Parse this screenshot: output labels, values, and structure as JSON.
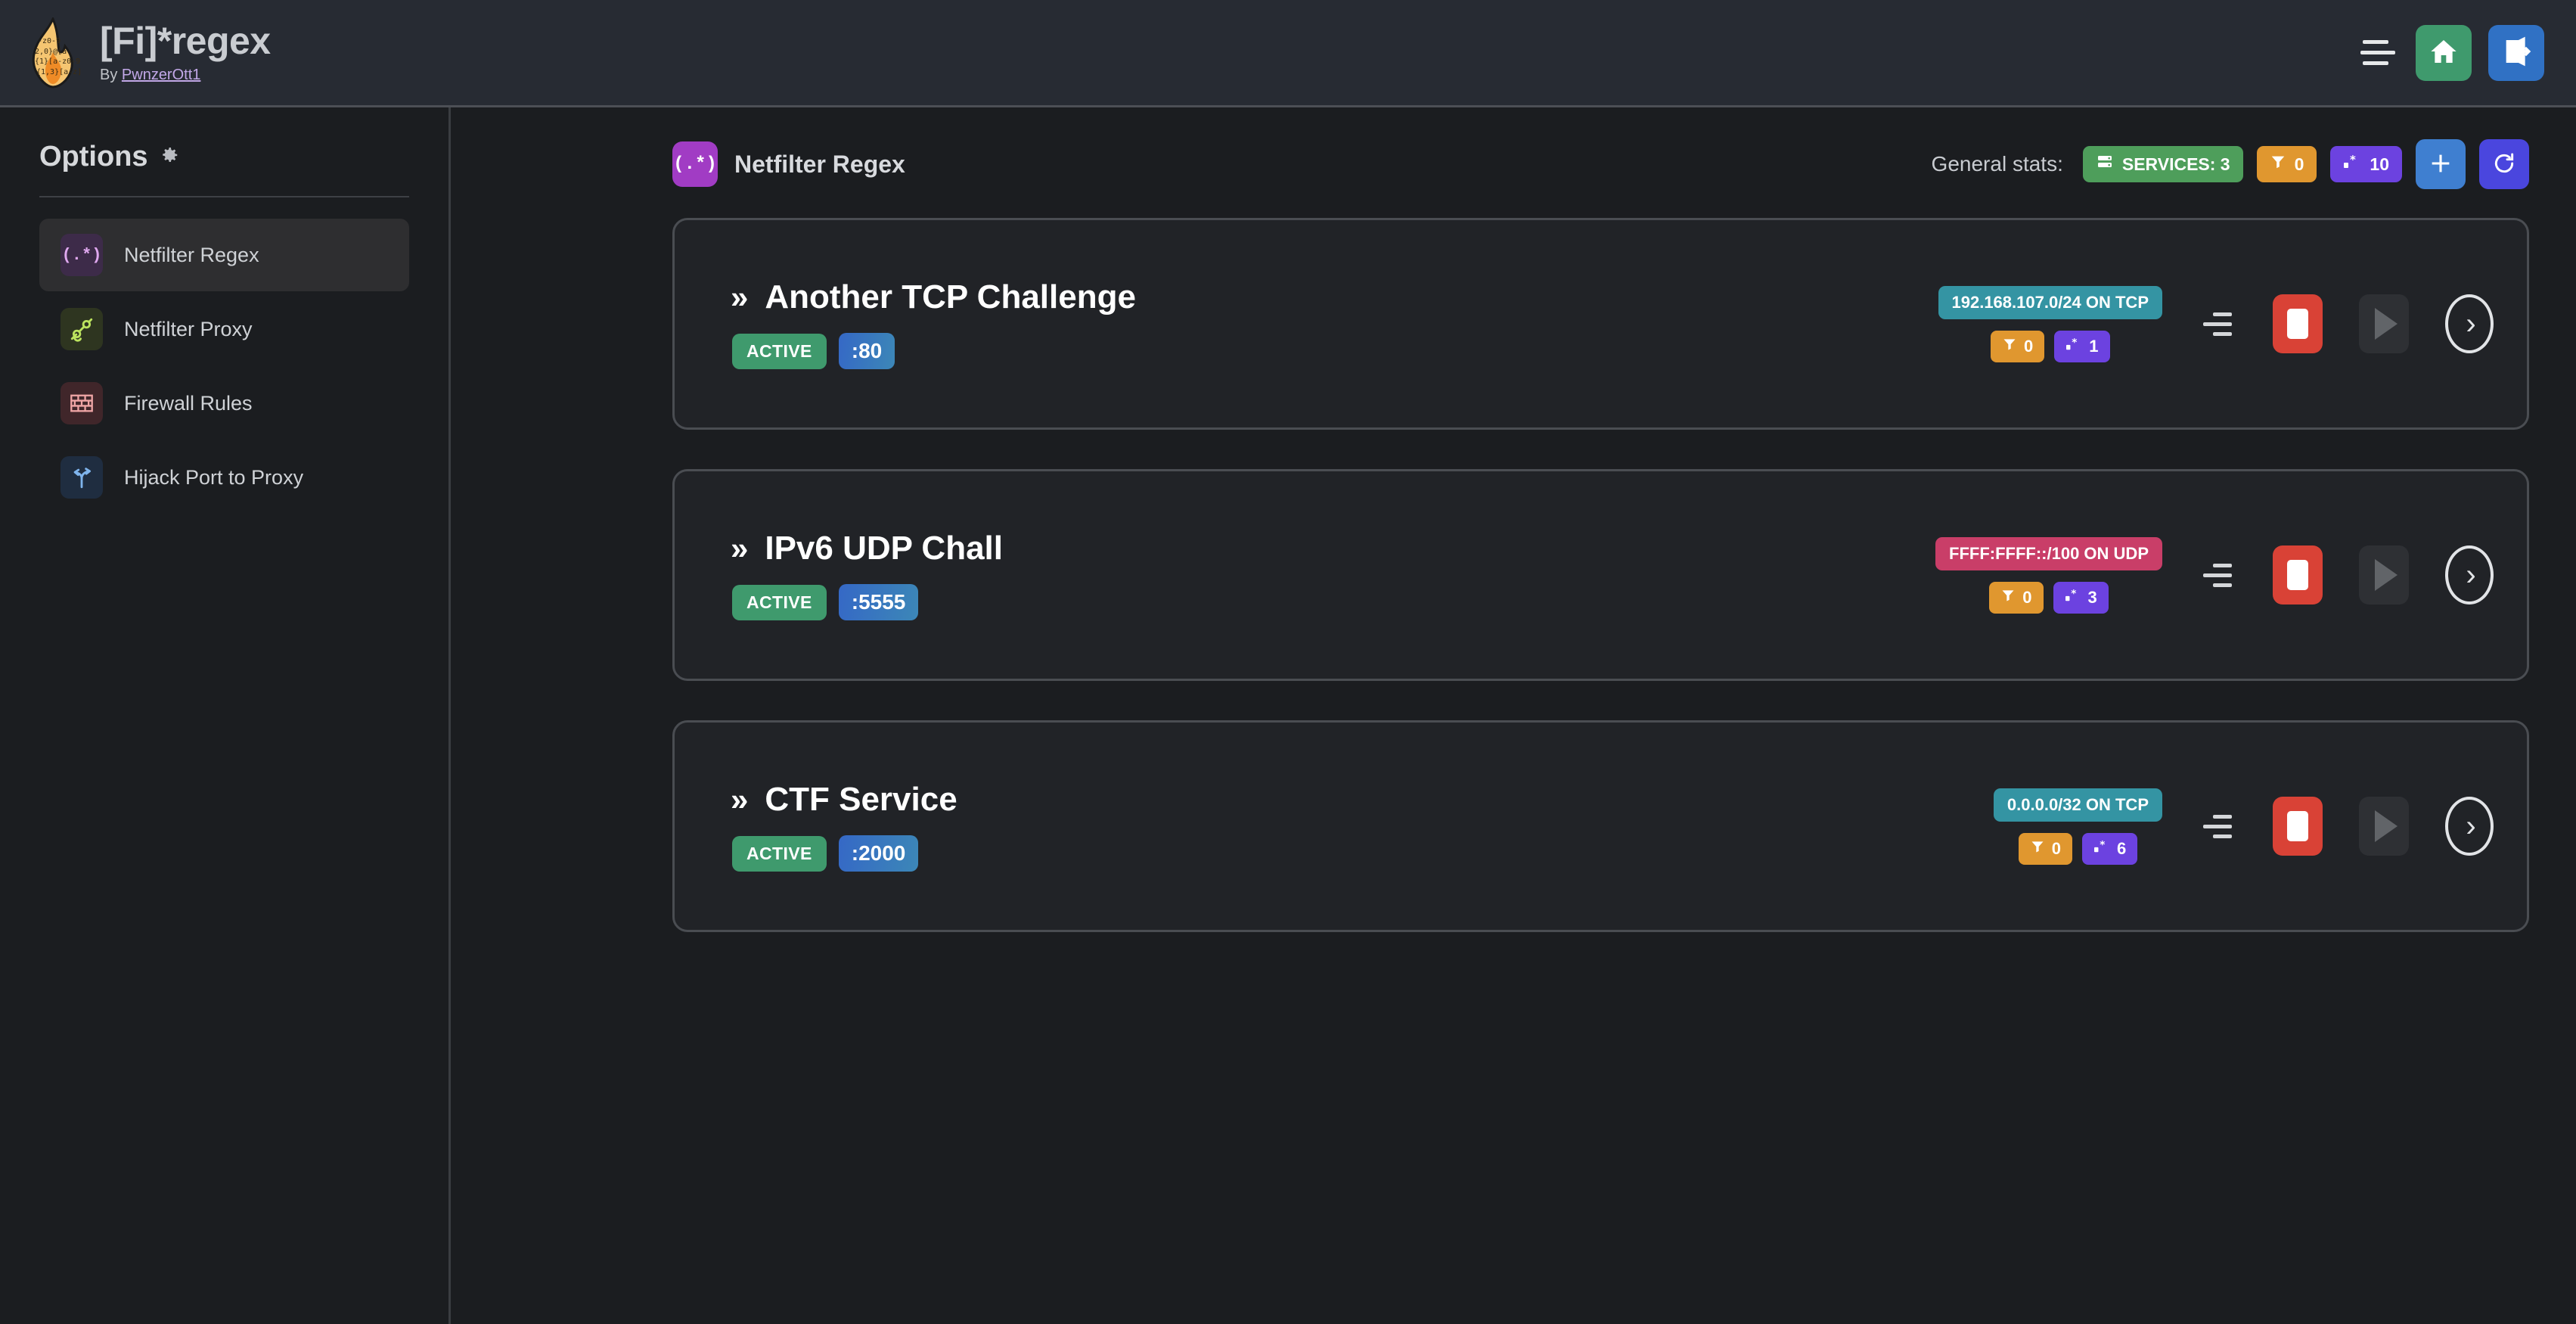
{
  "header": {
    "logo_icon": "flame-regex-logo",
    "title": "[Fi]*regex",
    "by_prefix": "By ",
    "author": "PwnzerOtt1",
    "menu_icon": "hamburger-menu-icon",
    "home_icon": "home-icon",
    "logout_icon": "logout-icon"
  },
  "sidebar": {
    "heading": "Options",
    "gear_icon": "gear-icon",
    "items": [
      {
        "label": "Netfilter Regex",
        "icon": "regex-icon",
        "glyph": "(.*)",
        "active": true
      },
      {
        "label": "Netfilter Proxy",
        "icon": "plug-icon",
        "glyph": "",
        "active": false
      },
      {
        "label": "Firewall Rules",
        "icon": "brick-wall-icon",
        "glyph": "",
        "active": false
      },
      {
        "label": "Hijack Port to Proxy",
        "icon": "branch-arrows-icon",
        "glyph": "",
        "active": false
      }
    ]
  },
  "main": {
    "title": "Netfilter Regex",
    "title_icon": "regex-icon",
    "title_glyph": "(.*)",
    "stats_label": "General stats:",
    "stats": [
      {
        "name": "services",
        "icon": "server-icon",
        "text": "SERVICES: 3"
      },
      {
        "name": "filters",
        "icon": "filter-icon",
        "text": "0"
      },
      {
        "name": "regexes",
        "icon": "regex-star-icon",
        "text": "10"
      }
    ],
    "add_icon": "plus-icon",
    "refresh_icon": "refresh-icon"
  },
  "services": [
    {
      "chevron": "»",
      "name": "Another TCP Challenge",
      "status": "ACTIVE",
      "port": ":80",
      "network": "192.168.107.0/24 ON TCP",
      "proto": "tcp",
      "filters": "0",
      "regexes": "1",
      "drag_icon": "drag-handle-icon",
      "stop_icon": "stop-icon",
      "play_icon": "play-icon",
      "expand_icon": "chevron-right-icon"
    },
    {
      "chevron": "»",
      "name": "IPv6 UDP Chall",
      "status": "ACTIVE",
      "port": ":5555",
      "network": "FFFF:FFFF::/100 ON UDP",
      "proto": "udp",
      "filters": "0",
      "regexes": "3",
      "drag_icon": "drag-handle-icon",
      "stop_icon": "stop-icon",
      "play_icon": "play-icon",
      "expand_icon": "chevron-right-icon"
    },
    {
      "chevron": "»",
      "name": "CTF Service",
      "status": "ACTIVE",
      "port": ":2000",
      "network": "0.0.0.0/32 ON TCP",
      "proto": "tcp",
      "filters": "0",
      "regexes": "6",
      "drag_icon": "drag-handle-icon",
      "stop_icon": "stop-icon",
      "play_icon": "play-icon",
      "expand_icon": "chevron-right-icon"
    }
  ],
  "colors": {
    "header_bg": "#272b33",
    "body_bg": "#1b1d20",
    "card_bg": "#212327",
    "card_border": "#4a4d52",
    "green": "#3f9a6d",
    "services_green": "#4e9e5b",
    "orange": "#e0972f",
    "purple": "#6c42e0",
    "regex_tile": "#a13cc4",
    "teal": "#3494a3",
    "pink": "#c93e68",
    "red": "#d94236",
    "blue": "#3071c4",
    "indigo": "#4a46de"
  }
}
